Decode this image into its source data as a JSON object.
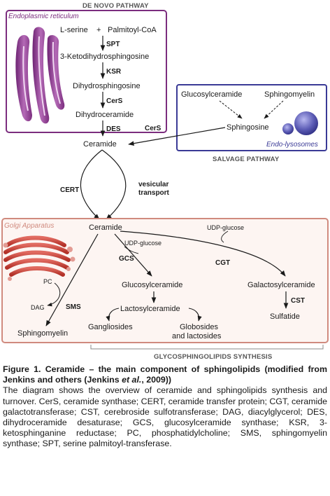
{
  "de_novo": {
    "title": "DE NOVO PATHWAY",
    "compartment": "Endoplasmic reticulum",
    "lserine": "L-serine",
    "plus": "+",
    "palmitoyl": "Palmitoyl-CoA",
    "spt": "SPT",
    "keto": "3-Ketodihydrosphingosine",
    "ksr": "KSR",
    "dihydrosph": "Dihydrosphingosine",
    "cers": "CerS",
    "dihydrocer": "Dihydroceramide",
    "des": "DES",
    "ceramide": "Ceramide"
  },
  "salvage": {
    "title": "SALVAGE PATHWAY",
    "compartment": "Endo-lysosomes",
    "glucosylceramide": "Glucosylceramide",
    "sphingomyelin": "Sphingomyelin",
    "sphingosine": "Sphingosine",
    "cers": "CerS"
  },
  "transport": {
    "cert": "CERT",
    "vesicular1": "vesicular",
    "vesicular2": "transport"
  },
  "golgi": {
    "compartment": "Golgi Apparatus",
    "ceramide": "Ceramide",
    "udp1": "UDP-glucose",
    "udp2": "UDP-glucose",
    "gcs": "GCS",
    "cgt": "CGT",
    "pc": "PC",
    "dag": "DAG",
    "sms": "SMS",
    "sphingomyelin": "Sphingomyelin",
    "glucosylceramide": "Glucosylceramide",
    "lactosylceramide": "Lactosylceramide",
    "gangliosides": "Gangliosides",
    "globosides1": "Globosides",
    "globosides2": "and lactosides",
    "galactosylceramide": "Galactosylceramide",
    "cst": "CST",
    "sulfatide": "Sulfatide",
    "gsl_synthesis": "GLYCOSPHINGOLIPIDS SYNTHESIS"
  },
  "caption": {
    "title_part1": "Figure 1. Ceramide – the main component of sphingolipids (modified from Jenkins and others (Jenkins ",
    "title_etal": "et al.",
    "title_part2": ", 2009))",
    "body": "The diagram shows the overview of ceramide and sphingolipids synthesis and turnover. CerS, ceramide synthase; CERT, ceramide transfer protein; CGT, ceramide galactotransferase; CST, cerebroside sulfotransferase; DAG, diacylglycerol; DES, dihydroceramide desaturase; GCS, glucosylceramide synthase; KSR, 3-ketosphinganine reductase; PC, phosphatidylcholine; SMS, sphingomyelin synthase; SPT, serine palmitoyl-transferase."
  },
  "colors": {
    "er_border": "#7b2d7e",
    "er_purple": "#9c4aa0",
    "salvage_border": "#3a3a96",
    "lysosome": "#5b5bb5",
    "golgi_border": "#d08a7e",
    "golgi_fill": "#fdf5f2",
    "golgi_red": "#c9423a",
    "mito_pink": "#e39b93"
  }
}
